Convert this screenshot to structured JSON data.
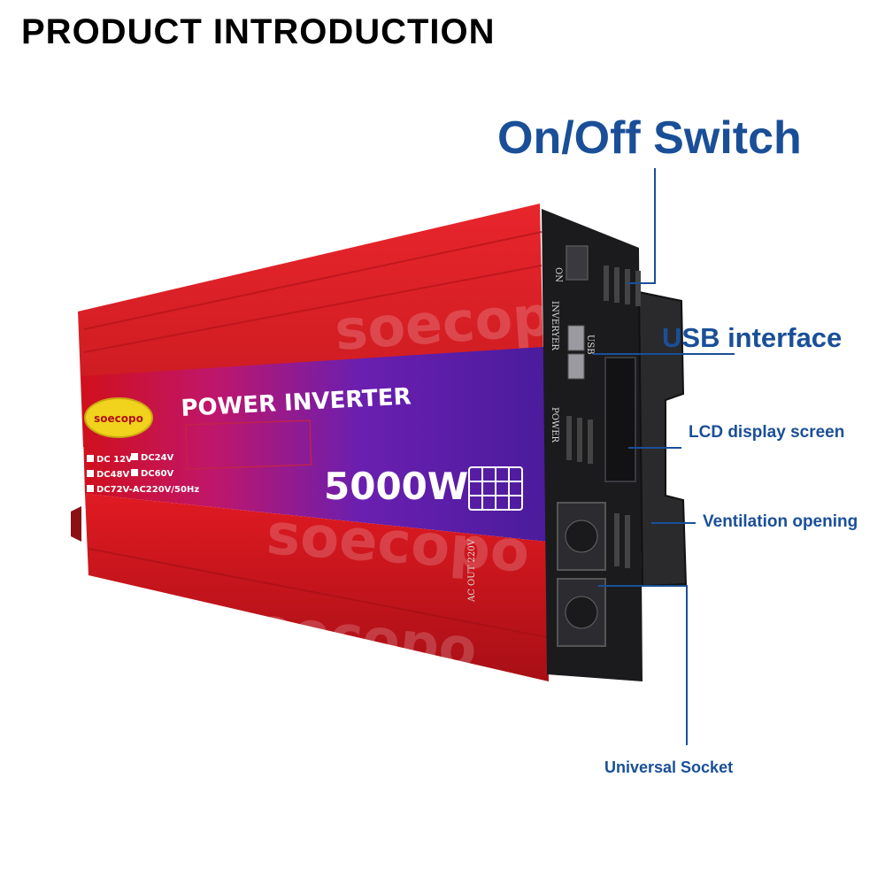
{
  "header": {
    "title": "PRODUCT INTRODUCTION"
  },
  "callouts": {
    "on_off_switch": "On/Off Switch",
    "usb_interface": "USB interface",
    "lcd_display_screen": "LCD display screen",
    "ventilation_opening": "Ventilation opening",
    "universal_socket": "Universal Socket"
  },
  "product": {
    "brand": "soecopo",
    "name": "POWER INVERTER",
    "wattage": "5000W",
    "voltage_options": [
      "DC 12V",
      "DC24V",
      "DC48V",
      "DC60V",
      "DC72V-AC220V/50Hz"
    ],
    "panel_labels": {
      "on": "ON",
      "inverter": "INVERYER",
      "usb": "USB",
      "power": "POWER",
      "ac_out": "AC OUT 220V"
    },
    "watermark": "soecopo",
    "watermark_mark": "®"
  },
  "colors": {
    "callout_text": "#1a4f98",
    "case_red": "#d4141a",
    "case_purple": "#5a1fa8",
    "front_panel": "#1b1b1d",
    "logo_yellow": "#f1d21c"
  }
}
